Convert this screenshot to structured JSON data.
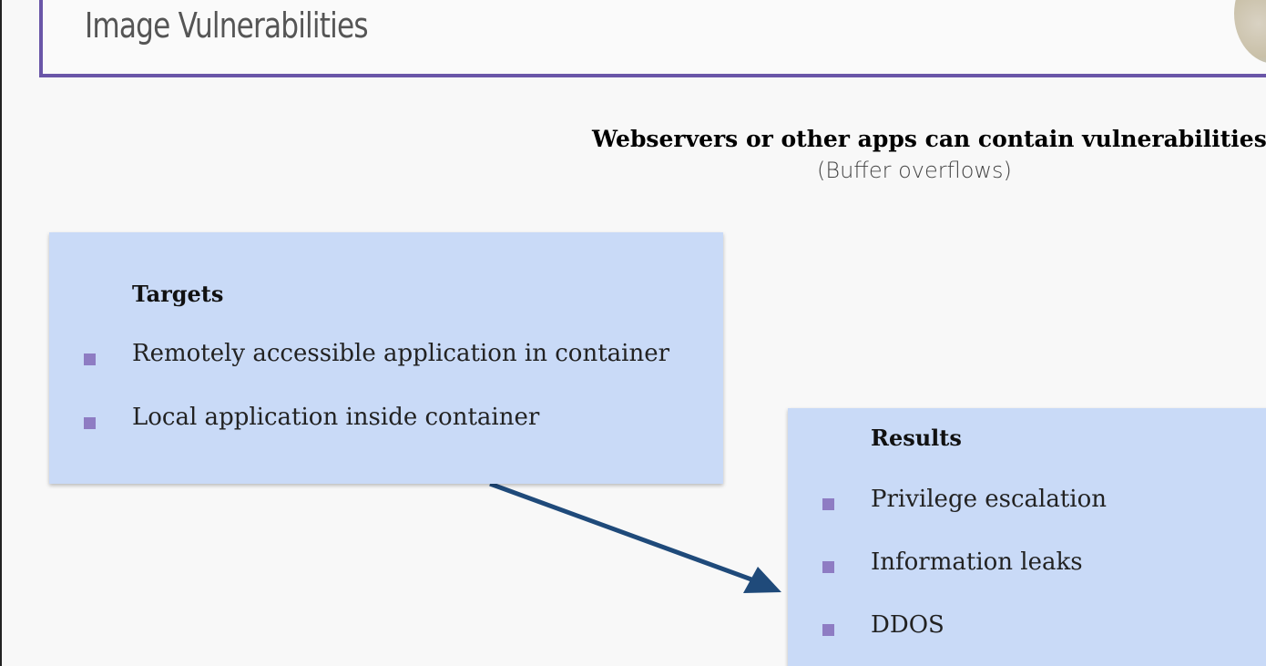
{
  "slide": {
    "title": "Image Vulnerabilities",
    "headline": "Webservers or other apps can contain vulnerabilities",
    "subline": "(Buffer overflows)"
  },
  "targets": {
    "title": "Targets",
    "items": [
      "Remotely accessible application in container",
      "Local application inside container"
    ]
  },
  "results": {
    "title": "Results",
    "items": [
      "Privilege escalation",
      "Information leaks",
      "DDOS"
    ]
  },
  "colors": {
    "accent": "#6a56a8",
    "card_bg": "#c9daf7",
    "bullet": "#8e7cc3",
    "arrow": "#1f4a7a"
  },
  "icons": {
    "bullet": "square-bullet-icon",
    "connector": "arrow-icon"
  }
}
